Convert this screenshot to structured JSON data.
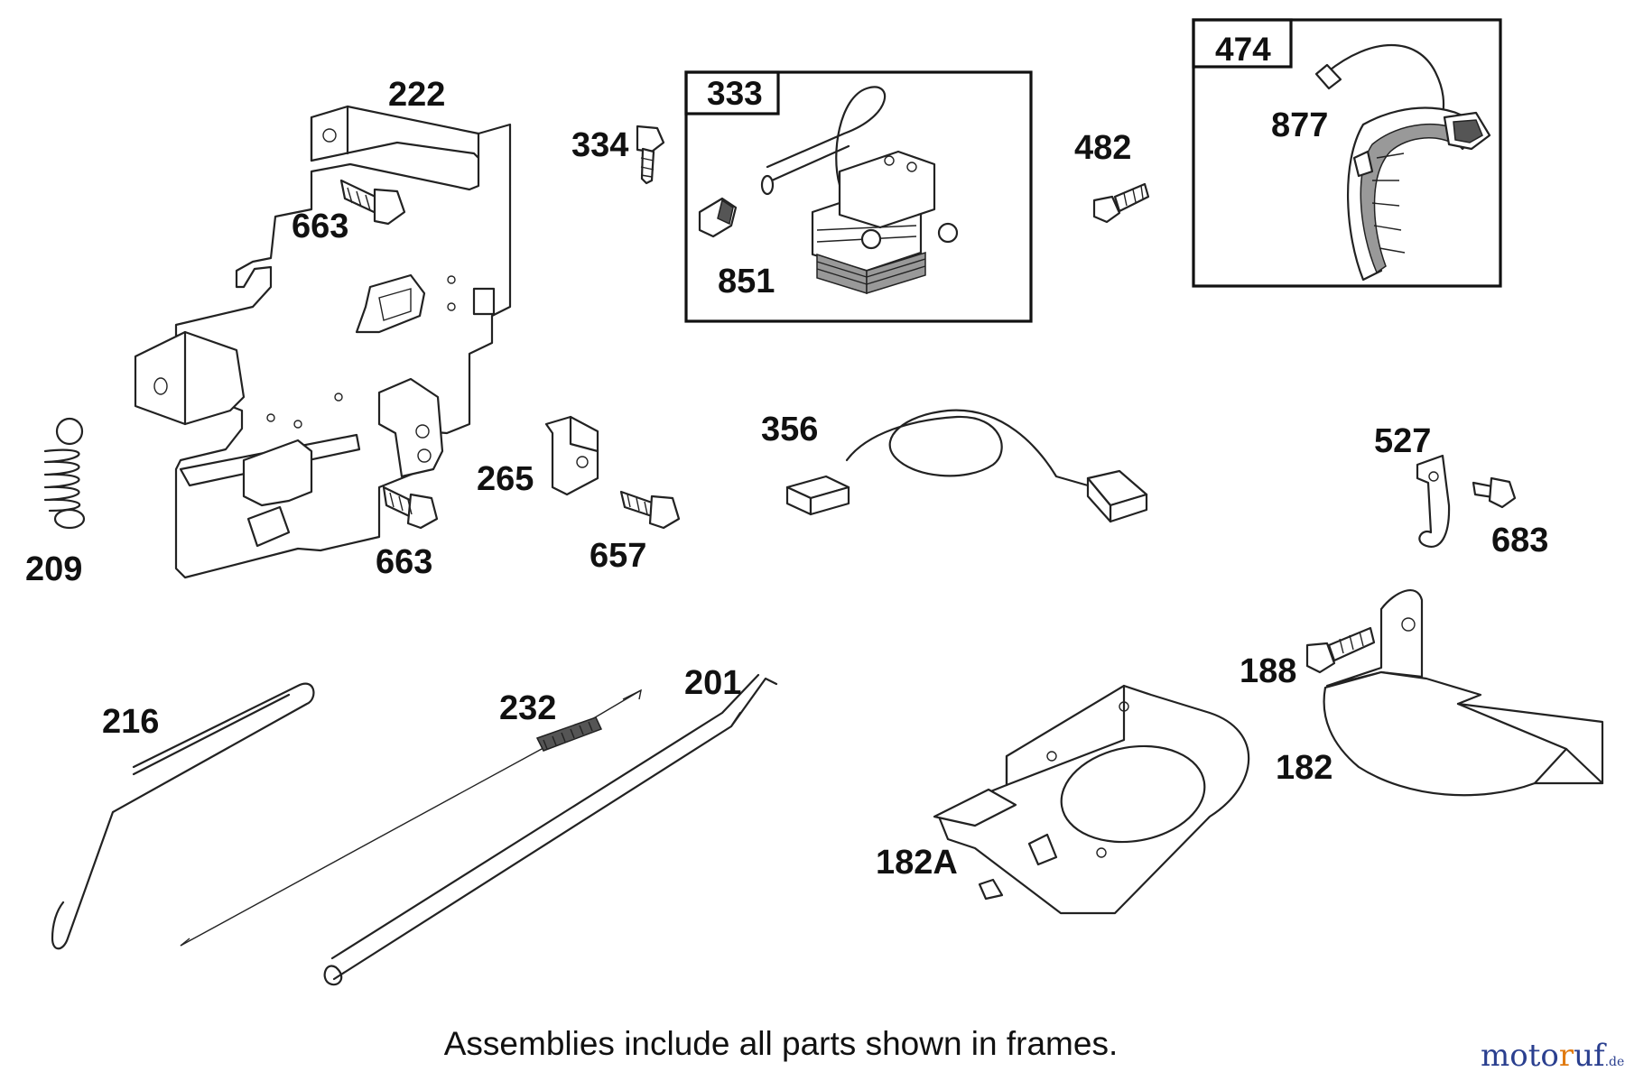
{
  "parts": {
    "p222": "222",
    "p334": "334",
    "p333": "333",
    "p474": "474",
    "p877": "877",
    "p482": "482",
    "p663a": "663",
    "p851": "851",
    "p663b": "663",
    "p209": "209",
    "p265": "265",
    "p657": "657",
    "p356": "356",
    "p527": "527",
    "p683": "683",
    "p188": "188",
    "p182": "182",
    "p182A": "182A",
    "p216": "216",
    "p232": "232",
    "p201": "201"
  },
  "caption": "Assemblies include all parts shown in frames.",
  "watermark": {
    "part1": "moto",
    "part2": "r",
    "part3": "uf",
    "suffix": ".de"
  },
  "colors": {
    "ink": "#111111",
    "watermark_blue": "#2a3f8f",
    "watermark_orange": "#e07a10"
  }
}
